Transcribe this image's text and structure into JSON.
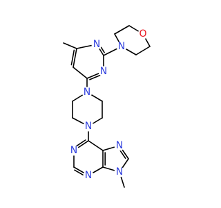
{
  "colors": {
    "background": "#ffffff",
    "bond": "#000000",
    "N": "#2f3fde",
    "O": "#e8141e"
  },
  "atoms": [
    {
      "id": "n_morph",
      "symbol": "N",
      "label": "N"
    },
    {
      "id": "o_morph",
      "symbol": "O",
      "label": "O"
    },
    {
      "id": "n_pyr1",
      "symbol": "N",
      "label": "N"
    },
    {
      "id": "n_pyr3",
      "symbol": "N",
      "label": "N"
    },
    {
      "id": "n_pip1",
      "symbol": "N",
      "label": "N"
    },
    {
      "id": "n_pip4",
      "symbol": "N",
      "label": "N"
    },
    {
      "id": "n_pur1",
      "symbol": "N",
      "label": "N"
    },
    {
      "id": "n_pur3",
      "symbol": "N",
      "label": "N"
    },
    {
      "id": "n_pur7",
      "symbol": "N",
      "label": "N"
    },
    {
      "id": "n_pur9",
      "symbol": "N",
      "label": "N"
    }
  ]
}
